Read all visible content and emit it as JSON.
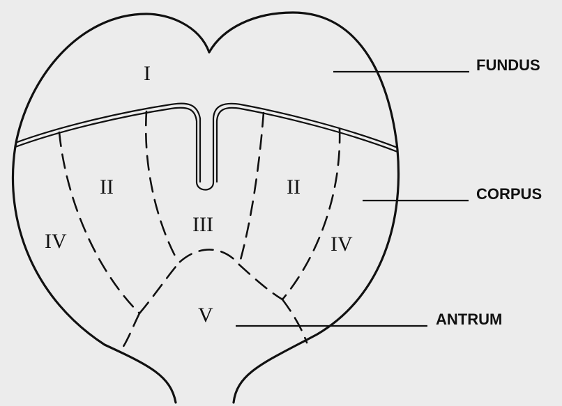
{
  "regions": {
    "i": "I",
    "ii_left": "II",
    "ii_right": "II",
    "iii": "III",
    "iv_left": "IV",
    "iv_right": "IV",
    "v": "V"
  },
  "labels": {
    "fundus": "FUNDUS",
    "corpus": "CORPUS",
    "antrum": "ANTRUM"
  }
}
